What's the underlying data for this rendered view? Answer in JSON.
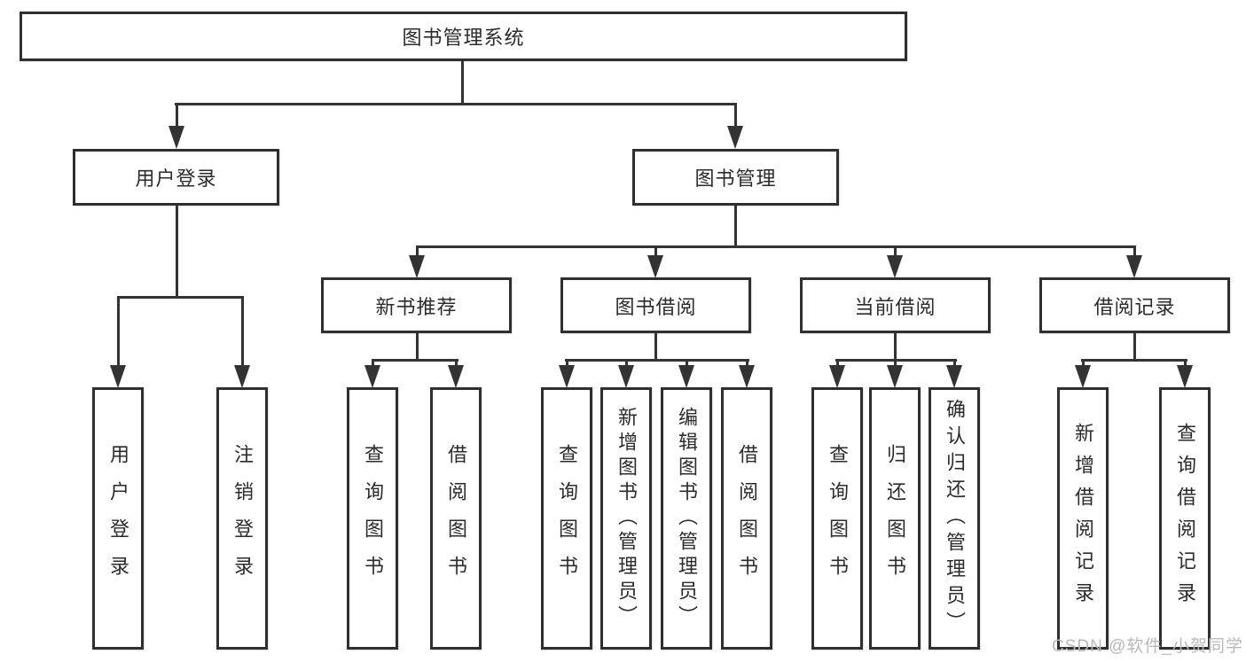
{
  "diagram": {
    "root": "图书管理系统",
    "level2": [
      "用户登录",
      "图书管理"
    ],
    "level3": [
      "新书推荐",
      "图书借阅",
      "当前借阅",
      "借阅记录"
    ],
    "leaves": {
      "user": [
        "用户登录",
        "注销登录"
      ],
      "newbook": [
        "查询图书",
        "借阅图书"
      ],
      "borrow": [
        "查询图书",
        "新增图书（管理员）",
        "编辑图书（管理员）",
        "借阅图书"
      ],
      "current": [
        "查询图书",
        "归还图书",
        "确认归还（管理员）"
      ],
      "records": [
        "新增借阅记录",
        "查询借阅记录"
      ]
    }
  },
  "watermark": "CSDN @软件_小贺同学",
  "colors": {
    "line": "#333333",
    "border": "#2f2f2f",
    "text": "#2b2b2b",
    "watermark": "#b9b9b9",
    "background": "#ffffff"
  }
}
